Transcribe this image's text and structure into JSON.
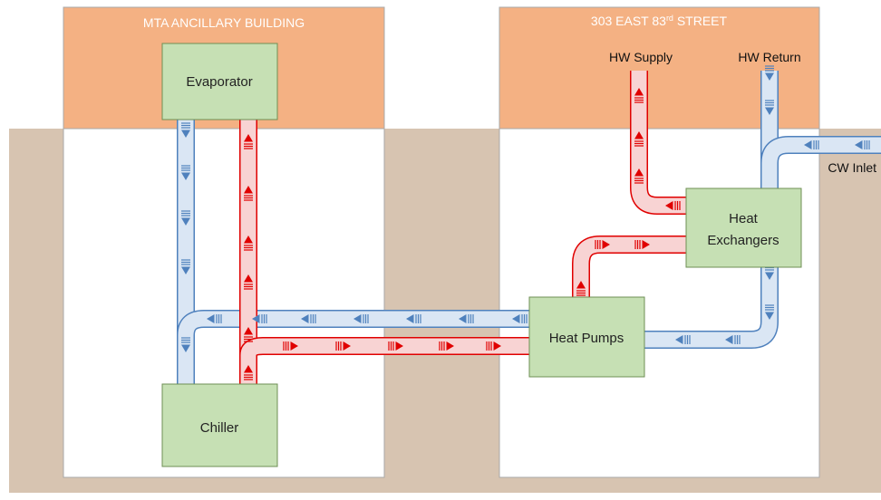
{
  "buildings": {
    "left": {
      "title": "MTA ANCILLARY BUILDING"
    },
    "right": {
      "title_main": "303 EAST 83",
      "title_sup": "rd",
      "title_end": " STREET"
    }
  },
  "equipment": {
    "evaporator": "Evaporator",
    "chiller": "Chiller",
    "heat_pumps": "Heat Pumps",
    "heat_exchangers_line1": "Heat",
    "heat_exchangers_line2": "Exchangers"
  },
  "pipe_labels": {
    "hw_supply": "HW Supply",
    "hw_return": "HW Return",
    "cw_inlet": "CW Inlet"
  },
  "colors": {
    "ground": "#d7c4b1",
    "building_top": "#f4b183",
    "equipment_fill": "#c6e0b4",
    "equipment_stroke": "#6f8f55",
    "cold_pipe_fill": "#dae6f4",
    "cold_pipe_stroke": "#4f81bd",
    "hot_pipe_fill": "#f8d3d3",
    "hot_pipe_stroke": "#e00000"
  }
}
